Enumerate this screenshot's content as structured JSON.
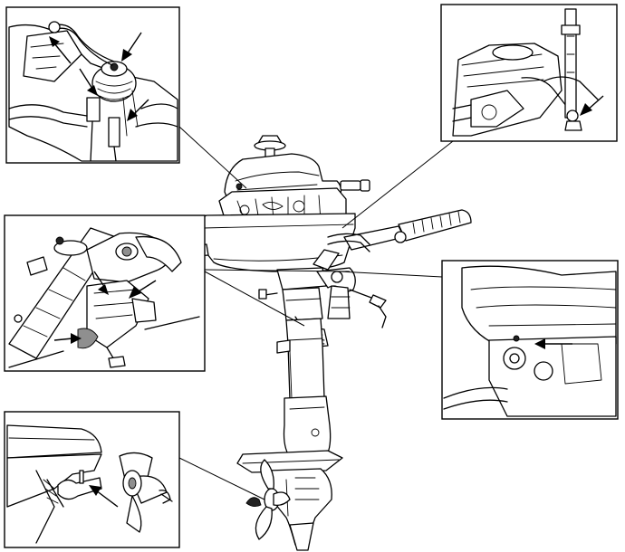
{
  "figure": {
    "subject": "outboard-motor",
    "callouts": [
      {
        "id": "top-left",
        "content": "fuel-line-and-pump-detail",
        "arrows": 4
      },
      {
        "id": "top-right",
        "content": "carburetor-drain-detail",
        "arrows": 1
      },
      {
        "id": "mid-left",
        "content": "steering-and-clamp-bracket-detail",
        "arrows": 3
      },
      {
        "id": "mid-right",
        "content": "lower-cowling-grease-point-detail",
        "arrows": 1
      },
      {
        "id": "bottom-left",
        "content": "propeller-and-shear-pin-detail",
        "arrows": 1
      }
    ]
  },
  "colors": {
    "line": "#000000",
    "background": "#ffffff",
    "shade": "#8f8f8f"
  }
}
